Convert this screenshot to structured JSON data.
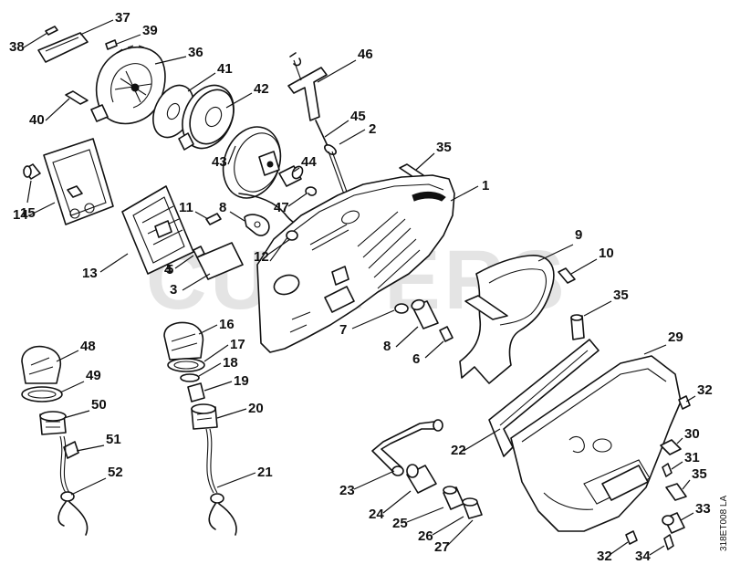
{
  "watermark": "CUTTERS",
  "drawing_code": "318ET008 LA",
  "parts": [
    {
      "key": "p1",
      "label": "1"
    },
    {
      "key": "p2",
      "label": "2"
    },
    {
      "key": "p3",
      "label": "3"
    },
    {
      "key": "p4",
      "label": "4"
    },
    {
      "key": "p5",
      "label": "5"
    },
    {
      "key": "p6",
      "label": "6"
    },
    {
      "key": "p7",
      "label": "7"
    },
    {
      "key": "p8a",
      "label": "8"
    },
    {
      "key": "p8b",
      "label": "8"
    },
    {
      "key": "p9",
      "label": "9"
    },
    {
      "key": "p10",
      "label": "10"
    },
    {
      "key": "p11",
      "label": "11"
    },
    {
      "key": "p12",
      "label": "12"
    },
    {
      "key": "p13",
      "label": "13"
    },
    {
      "key": "p14",
      "label": "14"
    },
    {
      "key": "p15",
      "label": "15"
    },
    {
      "key": "p16",
      "label": "16"
    },
    {
      "key": "p17",
      "label": "17"
    },
    {
      "key": "p18",
      "label": "18"
    },
    {
      "key": "p19",
      "label": "19"
    },
    {
      "key": "p20",
      "label": "20"
    },
    {
      "key": "p21",
      "label": "21"
    },
    {
      "key": "p22",
      "label": "22"
    },
    {
      "key": "p23",
      "label": "23"
    },
    {
      "key": "p24",
      "label": "24"
    },
    {
      "key": "p25",
      "label": "25"
    },
    {
      "key": "p26",
      "label": "26"
    },
    {
      "key": "p27",
      "label": "27"
    },
    {
      "key": "p29",
      "label": "29"
    },
    {
      "key": "p30",
      "label": "30"
    },
    {
      "key": "p31",
      "label": "31"
    },
    {
      "key": "p32a",
      "label": "32"
    },
    {
      "key": "p32b",
      "label": "32"
    },
    {
      "key": "p33",
      "label": "33"
    },
    {
      "key": "p34",
      "label": "34"
    },
    {
      "key": "p35a",
      "label": "35"
    },
    {
      "key": "p35b",
      "label": "35"
    },
    {
      "key": "p35c",
      "label": "35"
    },
    {
      "key": "p36",
      "label": "36"
    },
    {
      "key": "p37",
      "label": "37"
    },
    {
      "key": "p38",
      "label": "38"
    },
    {
      "key": "p39",
      "label": "39"
    },
    {
      "key": "p40",
      "label": "40"
    },
    {
      "key": "p41",
      "label": "41"
    },
    {
      "key": "p42",
      "label": "42"
    },
    {
      "key": "p43",
      "label": "43"
    },
    {
      "key": "p44",
      "label": "44"
    },
    {
      "key": "p45",
      "label": "45"
    },
    {
      "key": "p46",
      "label": "46"
    },
    {
      "key": "p47",
      "label": "47"
    },
    {
      "key": "p48",
      "label": "48"
    },
    {
      "key": "p49",
      "label": "49"
    },
    {
      "key": "p50",
      "label": "50"
    },
    {
      "key": "p51",
      "label": "51"
    },
    {
      "key": "p52",
      "label": "52"
    }
  ]
}
